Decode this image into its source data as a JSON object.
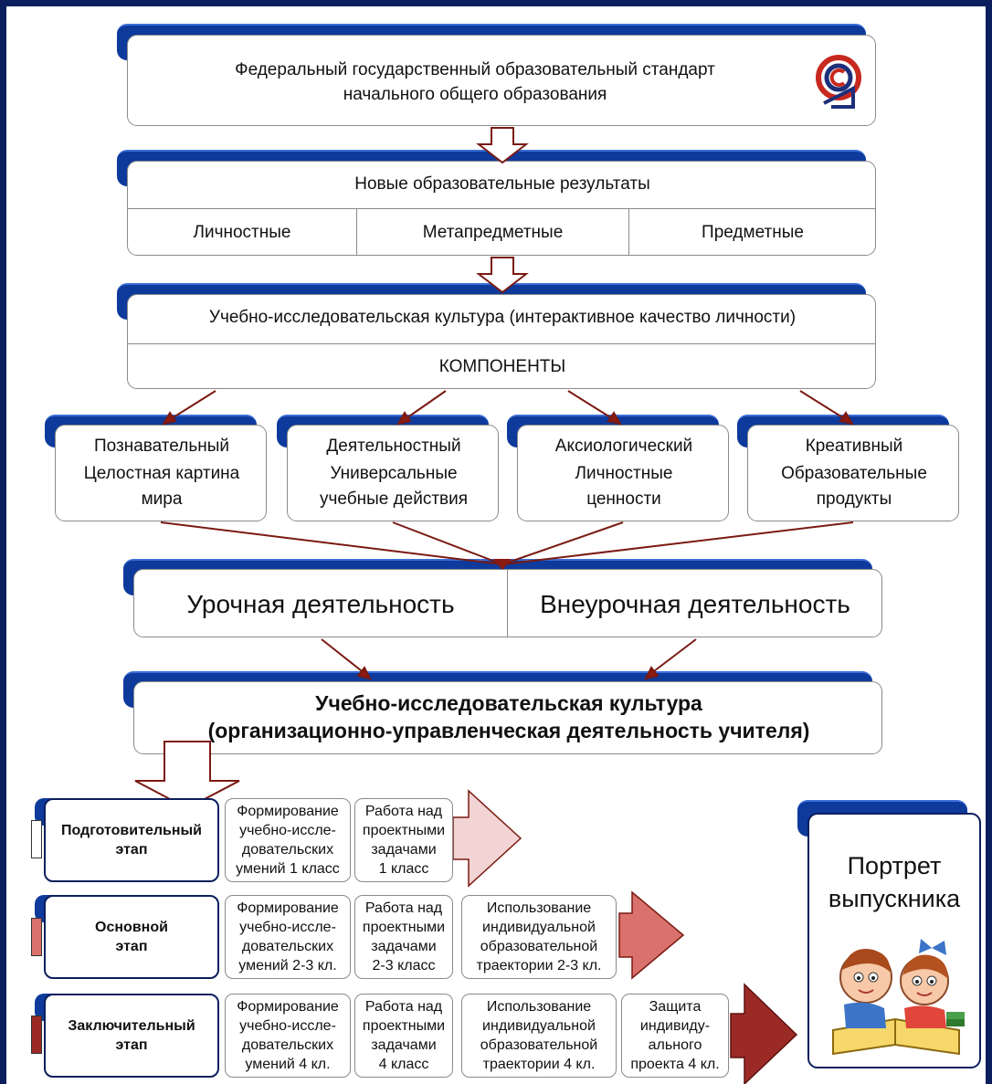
{
  "header_cut": "",
  "standard": {
    "line1": "Федеральный государственный образовательный стандарт",
    "line2": "начального общего образования"
  },
  "results": {
    "title": "Новые образовательные результаты",
    "items": [
      "Личностные",
      "Метапредметные",
      "Предметные"
    ]
  },
  "culture": {
    "title": "Учебно-исследовательская культура (интерактивное качество личности)",
    "components_label": "КОМПОНЕНТЫ"
  },
  "components": [
    {
      "name": "Познавательный",
      "l1": "Целостная картина",
      "l2": "мира"
    },
    {
      "name": "Деятельностный",
      "l1": "Универсальные",
      "l2": "учебные действия"
    },
    {
      "name": "Аксиологический",
      "l1": "Личностные",
      "l2": "ценности"
    },
    {
      "name": "Креативный",
      "l1": "Образовательные",
      "l2": "продукты"
    }
  ],
  "activity": {
    "left": "Урочная деятельность",
    "right": "Внеурочная деятельность"
  },
  "teacher": {
    "line1": "Учебно-исследовательская культура",
    "line2": "(организационно-управленческая деятельность учителя)"
  },
  "stages": [
    {
      "l1": "Подготовительный",
      "l2": "этап"
    },
    {
      "l1": "Основной",
      "l2": "этап"
    },
    {
      "l1": "Заключительный",
      "l2": "этап"
    }
  ],
  "row1": [
    [
      "Формирование",
      "учебно-иссле-",
      "довательских",
      "умений 1 класс"
    ],
    [
      "Работа над",
      "проектными",
      "задачами",
      "1 класс"
    ]
  ],
  "row2": [
    [
      "Формирование",
      "учебно-иссле-",
      "довательских",
      "умений 2-3 кл."
    ],
    [
      "Работа над",
      "проектными",
      "задачами",
      "2-3 класс"
    ],
    [
      "Использование",
      "индивидуальной",
      "образовательной",
      "траектории 2-3 кл."
    ]
  ],
  "row3": [
    [
      "Формирование",
      "учебно-иссле-",
      "довательских",
      "умений 4 кл."
    ],
    [
      "Работа над",
      "проектными",
      "задачами",
      "4 класс"
    ],
    [
      "Использование",
      "индивидуальной",
      "образовательной",
      "траектории 4 кл."
    ],
    [
      "Защита",
      "индивиду-",
      "ального",
      "проекта 4 кл."
    ]
  ],
  "portrait": {
    "l1": "Портрет",
    "l2": "выпускника"
  },
  "colors": {
    "navy": "#0b1f5c",
    "tab_blue": "#0e3a9c",
    "arrow_dark_red": "#7a1a12",
    "arrow_light": "#f3d4d4",
    "arrow_mid": "#d9716c",
    "arrow_dark": "#9b2a27"
  },
  "icons": {
    "fgos_logo": "fgos-logo-icon",
    "portrait": "children-reading-icon"
  }
}
